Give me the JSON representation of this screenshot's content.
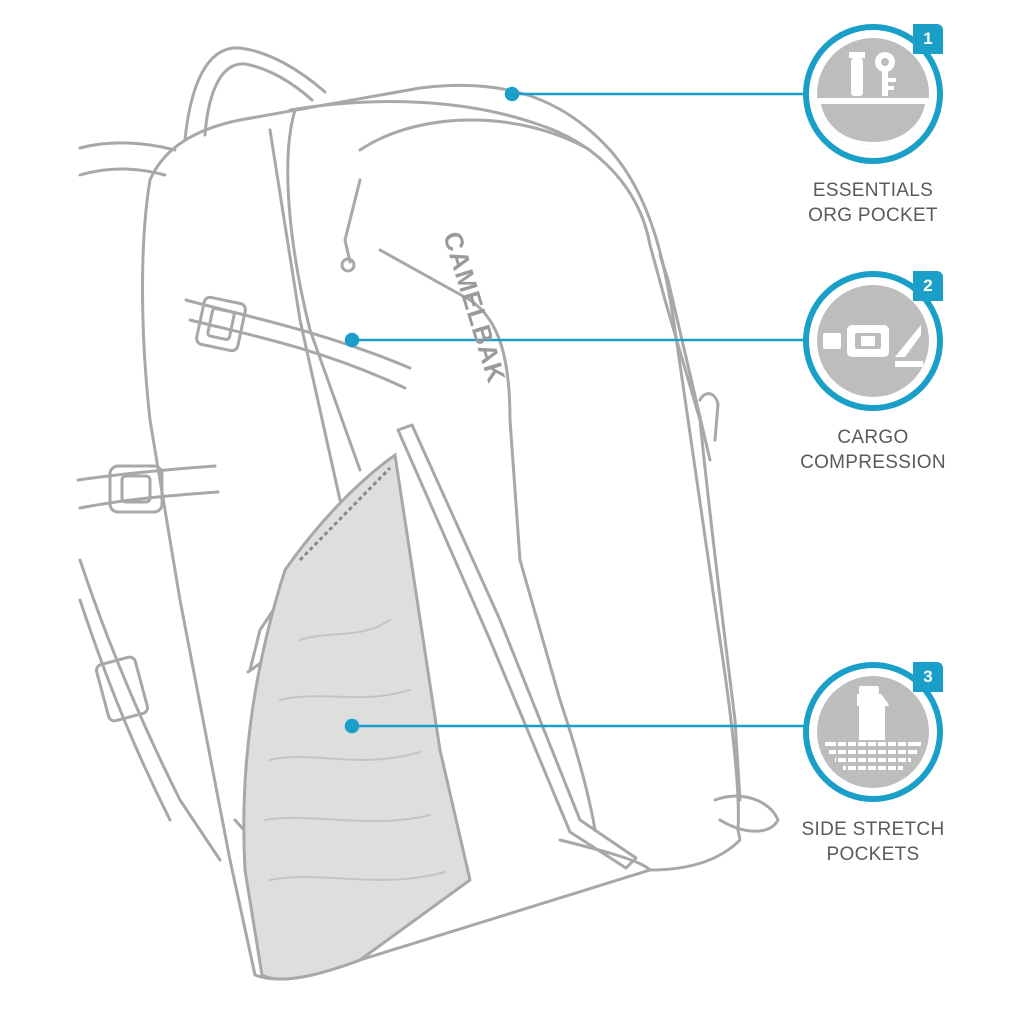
{
  "brand": {
    "logo_text": "CAMELBAK"
  },
  "accent_color": "#1a9fc9",
  "features": [
    {
      "number": "1",
      "icon": "keys-and-bottle-in-pocket-icon",
      "lines": [
        "ESSENTIALS",
        "ORG POCKET"
      ]
    },
    {
      "number": "2",
      "icon": "compression-strap-buckle-icon",
      "lines": [
        "CARGO",
        "COMPRESSION"
      ]
    },
    {
      "number": "3",
      "icon": "bottle-in-mesh-pocket-icon",
      "lines": [
        "SIDE STRETCH",
        "POCKETS"
      ]
    }
  ]
}
